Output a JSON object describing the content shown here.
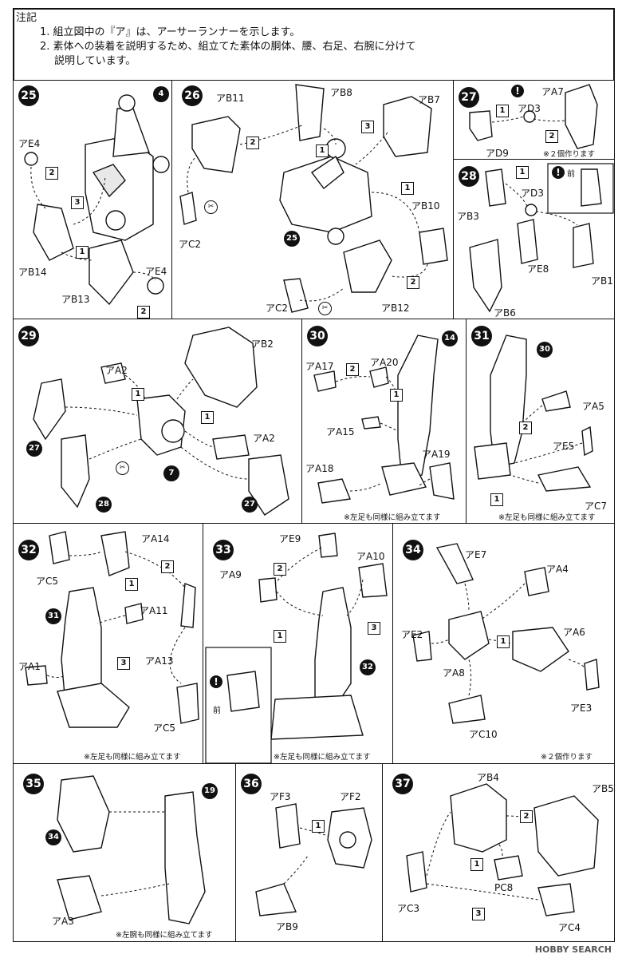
{
  "notes": {
    "heading": "注記",
    "line1": "1. 組立図中の『ア』は、アーサーランナーを示します。",
    "line2": "2. 素体への装着を説明するため、組立てた素体の胴体、腰、右足、右腕に分けて",
    "line3": "説明しています。"
  },
  "steps": {
    "s25": {
      "num": "25",
      "ref_top": "4",
      "ref_body": "",
      "labels": [
        "アE4",
        "アB14",
        "アB13",
        "アE4"
      ],
      "boxes": [
        "2",
        "3",
        "1",
        "2"
      ]
    },
    "s26": {
      "num": "26",
      "labels": [
        "アB11",
        "アB8",
        "アB7",
        "アC2",
        "アB10",
        "アC2",
        "アB12"
      ],
      "refs": [
        "25"
      ],
      "boxes": [
        "2",
        "1",
        "3",
        "1",
        "2"
      ]
    },
    "s27": {
      "num": "27",
      "labels": [
        "アA7",
        "アD3",
        "アD9"
      ],
      "boxes": [
        "1",
        "2"
      ],
      "note": "※２個作ります"
    },
    "s28": {
      "num": "28",
      "labels": [
        "アB3",
        "アD3",
        "アE8",
        "アB1",
        "アB6"
      ],
      "boxes": [
        "1"
      ],
      "front": "前"
    },
    "s29": {
      "num": "29",
      "labels": [
        "アB2",
        "アA2",
        "アA2"
      ],
      "refs": [
        "27",
        "28",
        "7",
        "27"
      ],
      "boxes": [
        "1",
        "1"
      ]
    },
    "s30": {
      "num": "30",
      "labels": [
        "アA17",
        "アA20",
        "アA15",
        "アA18",
        "アA19"
      ],
      "refs": [
        "14"
      ],
      "boxes": [
        "2",
        "1"
      ],
      "note": "※左足も同様に組み立てます"
    },
    "s31": {
      "num": "31",
      "labels": [
        "アA5",
        "アE5",
        "アC7"
      ],
      "refs": [
        "30"
      ],
      "boxes": [
        "2",
        "1"
      ],
      "note": "※左足も同様に組み立てます"
    },
    "s32": {
      "num": "32",
      "labels": [
        "アA14",
        "アC5",
        "アA11",
        "アA13",
        "アA1",
        "アC5"
      ],
      "refs": [
        "31"
      ],
      "boxes": [
        "2",
        "1",
        "3"
      ],
      "note": "※左足も同様に組み立てます"
    },
    "s33": {
      "num": "33",
      "labels": [
        "アE9",
        "アA10",
        "アA9"
      ],
      "refs": [
        "32"
      ],
      "boxes": [
        "2",
        "1",
        "3"
      ],
      "front": "前",
      "note": "※左足も同様に組み立てます"
    },
    "s34": {
      "num": "34",
      "labels": [
        "アE7",
        "アA4",
        "アE2",
        "アA6",
        "アA8",
        "アE3",
        "アC10"
      ],
      "boxes": [
        "1"
      ],
      "note": "※２個作ります"
    },
    "s35": {
      "num": "35",
      "labels": [
        "アA3"
      ],
      "refs": [
        "19",
        "34"
      ],
      "note": "※左腕も同様に組み立てます"
    },
    "s36": {
      "num": "36",
      "labels": [
        "アF3",
        "アF2",
        "アB9"
      ],
      "boxes": [
        "1"
      ]
    },
    "s37": {
      "num": "37",
      "labels": [
        "アB4",
        "アB5",
        "PC8",
        "アC3",
        "アC4"
      ],
      "boxes": [
        "2",
        "1",
        "3"
      ]
    }
  },
  "watermark": "HOBBY SEARCH"
}
